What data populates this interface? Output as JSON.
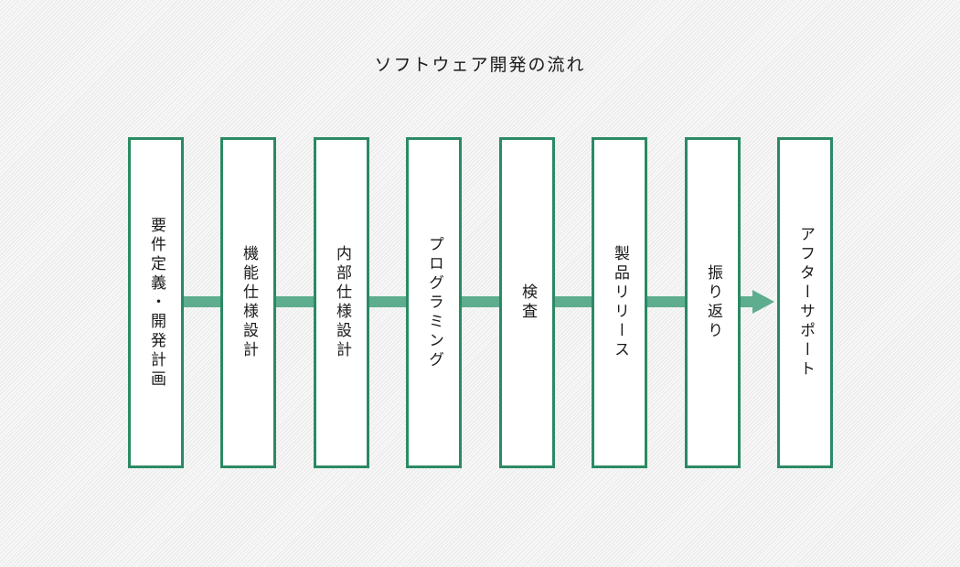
{
  "diagram": {
    "title": "ソフトウェア開発の流れ",
    "steps": [
      "要件定義・開発計画",
      "機能仕様設計",
      "内部仕様設計",
      "プログラミング",
      "検査",
      "製品リリース",
      "振り返り",
      "アフターサポート"
    ],
    "colors": {
      "box_border": "#2b8a63",
      "connector": "#5dad8e",
      "box_fill": "#ffffff"
    }
  }
}
